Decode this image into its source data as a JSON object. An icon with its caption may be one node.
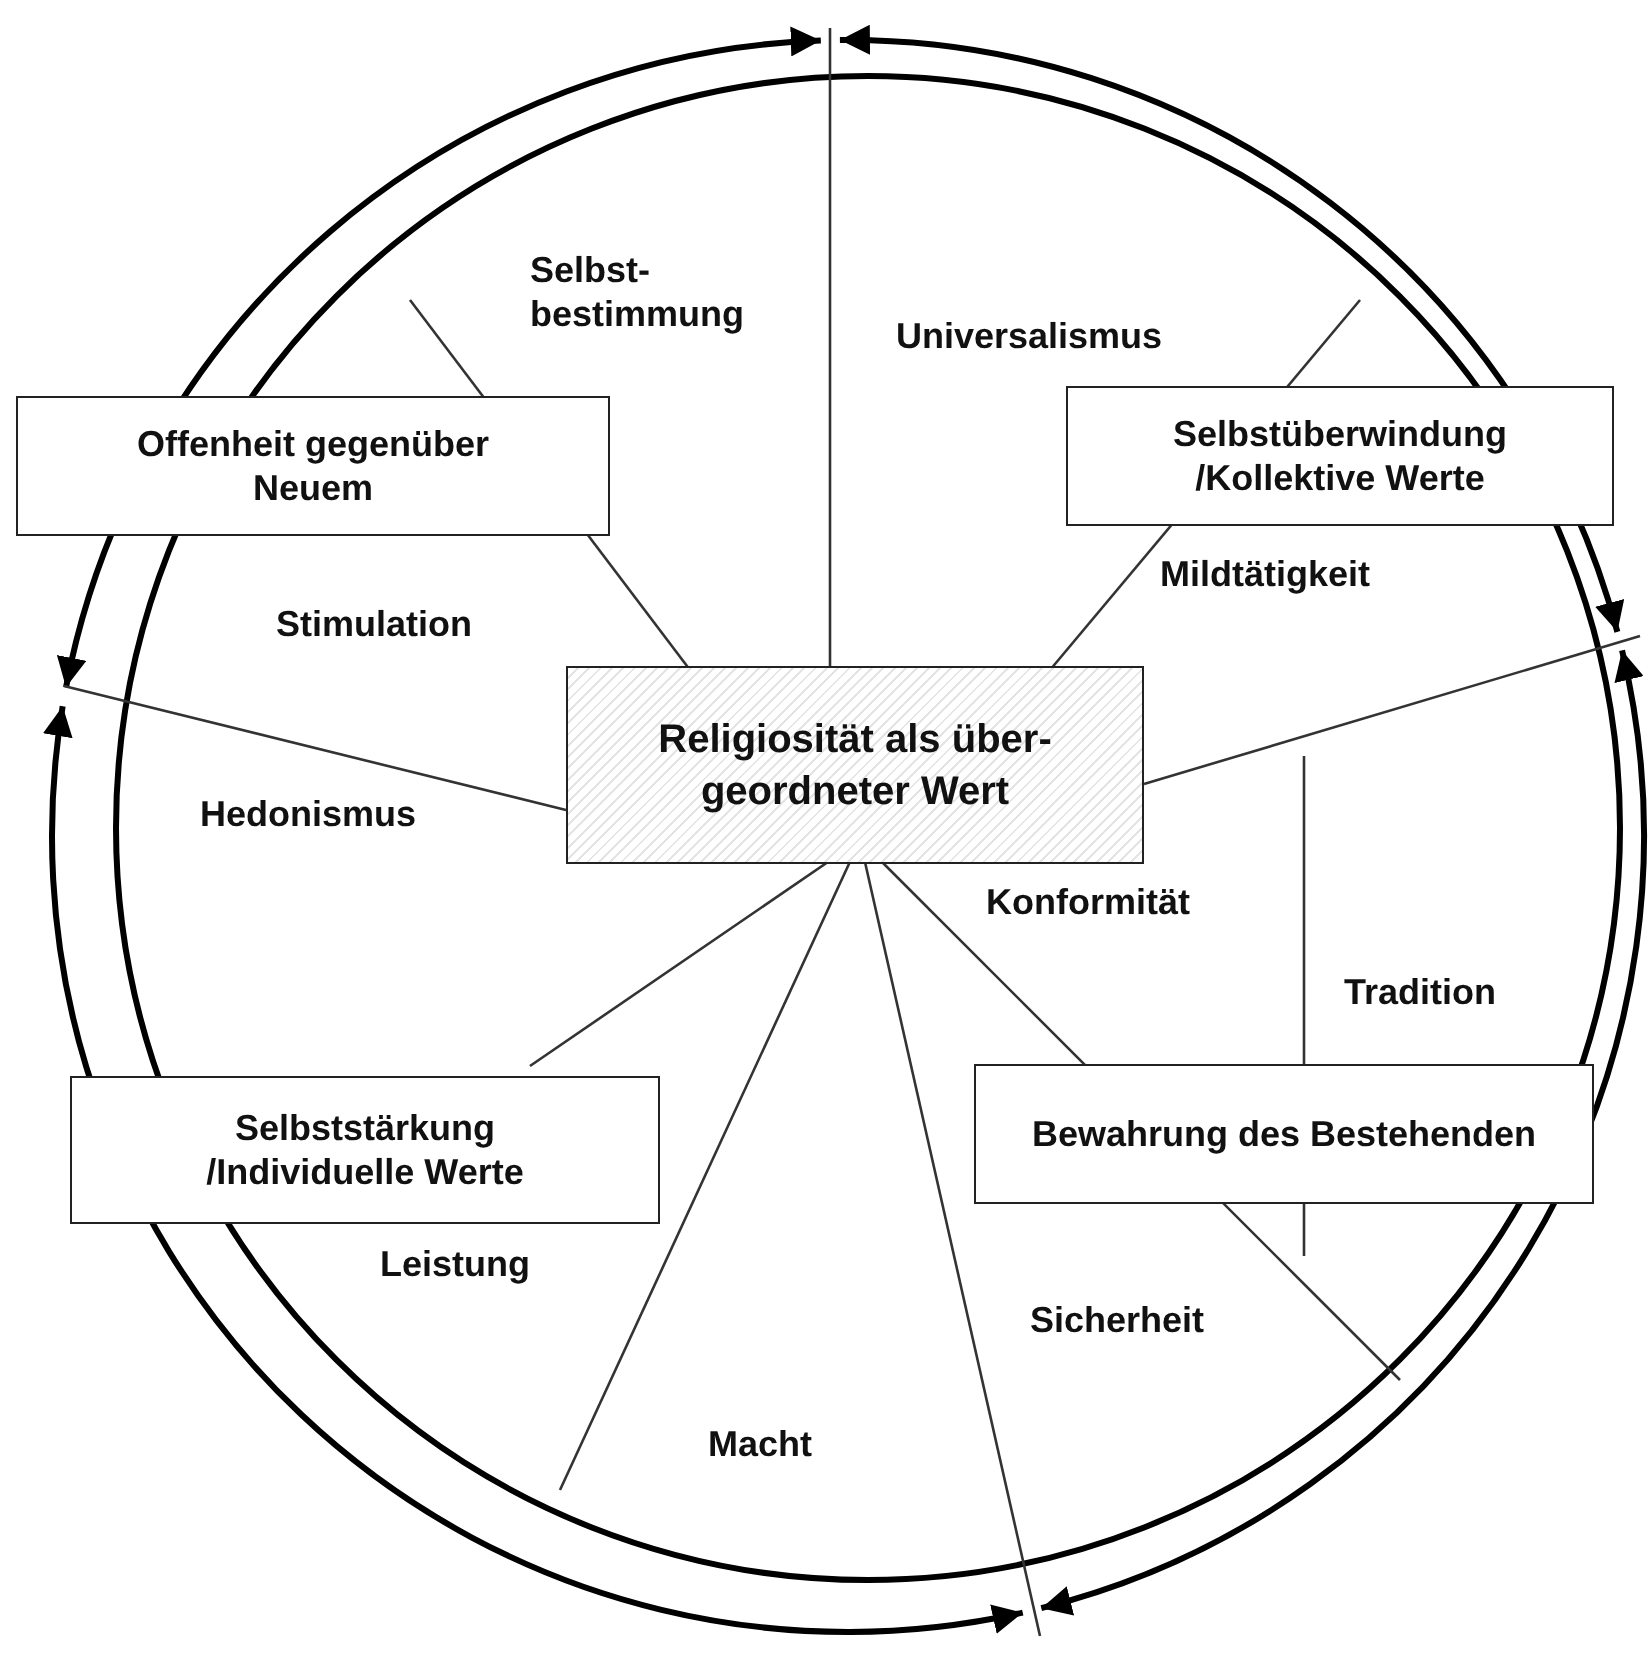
{
  "diagram": {
    "nodes": [
      {
        "text": [
          "Offenheit gegenüber Neuem"
        ]
      },
      {
        "text": [
          "Selbstüberwindung /Kollektive Werte"
        ]
      },
      {
        "text": [
          "Religiosität als über- geordneter Wert"
        ]
      },
      {
        "text": [
          "Selbststärkung /Individuelle Werte"
        ]
      },
      {
        "text": [
          "Bewahrung des Bestehenden"
        ]
      }
    ],
    "labels": [
      "Selbst- bestimmung",
      "Universalismus",
      "Mildtätigkeit",
      "Stimulation",
      "Hedonismus",
      "Konformität",
      "Tradition",
      "Leistung",
      "Sicherheit",
      "Macht"
    ]
  }
}
